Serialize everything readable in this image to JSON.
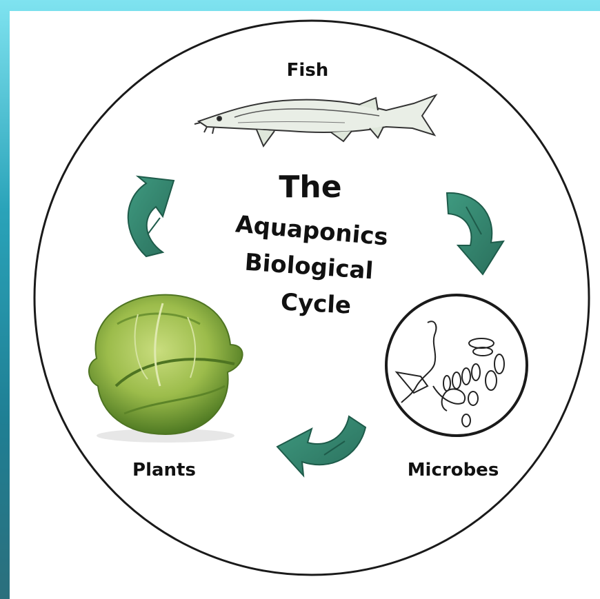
{
  "diagram": {
    "title_lines": [
      "The",
      "Aquaponics",
      "Biological",
      "Cycle"
    ],
    "nodes": {
      "fish": "Fish",
      "microbes": "Microbes",
      "plants": "Plants"
    }
  },
  "colors": {
    "arrow": "#2f7f6a",
    "arrow_dark": "#1e5b4a",
    "circle_stroke": "#1a1a1a",
    "cabbage_light": "#a9c85a",
    "cabbage_dark": "#5f8a2c"
  },
  "icons": [
    "fish-illustration",
    "cabbage-illustration",
    "microscope-view-illustration",
    "cycle-arrow-icon"
  ]
}
